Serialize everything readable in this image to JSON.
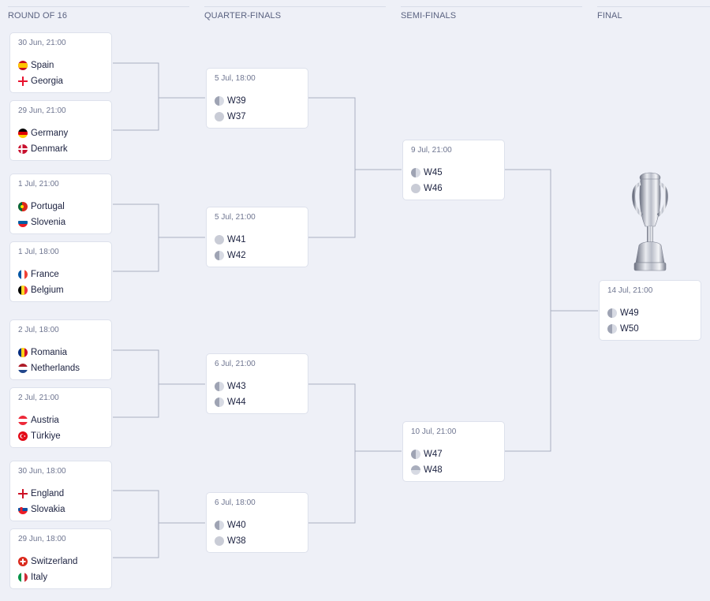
{
  "headers": {
    "round_of_16": "ROUND OF 16",
    "quarter_finals": "QUARTER-FINALS",
    "semi_finals": "SEMI-FINALS",
    "final": "FINAL"
  },
  "colors": {
    "background": "#eef0f7",
    "card": "#ffffff",
    "connector": "#a9afc2",
    "text": "#1c2240",
    "muted": "#6e7590"
  },
  "round_of_16": [
    {
      "date": "30 Jun, 21:00",
      "team1": "Spain",
      "team2": "Georgia",
      "flag1": "spain-flag-icon",
      "flag2": "georgia-flag-icon"
    },
    {
      "date": "29 Jun, 21:00",
      "team1": "Germany",
      "team2": "Denmark",
      "flag1": "germany-flag-icon",
      "flag2": "denmark-flag-icon"
    },
    {
      "date": "1 Jul, 21:00",
      "team1": "Portugal",
      "team2": "Slovenia",
      "flag1": "portugal-flag-icon",
      "flag2": "slovenia-flag-icon"
    },
    {
      "date": "1 Jul, 18:00",
      "team1": "France",
      "team2": "Belgium",
      "flag1": "france-flag-icon",
      "flag2": "belgium-flag-icon"
    },
    {
      "date": "2 Jul, 18:00",
      "team1": "Romania",
      "team2": "Netherlands",
      "flag1": "romania-flag-icon",
      "flag2": "netherlands-flag-icon"
    },
    {
      "date": "2 Jul, 21:00",
      "team1": "Austria",
      "team2": "Türkiye",
      "flag1": "austria-flag-icon",
      "flag2": "turkiye-flag-icon"
    },
    {
      "date": "30 Jun, 18:00",
      "team1": "England",
      "team2": "Slovakia",
      "flag1": "england-flag-icon",
      "flag2": "slovakia-flag-icon"
    },
    {
      "date": "29 Jun, 18:00",
      "team1": "Switzerland",
      "team2": "Italy",
      "flag1": "switzerland-flag-icon",
      "flag2": "italy-flag-icon"
    }
  ],
  "quarter_finals": [
    {
      "date": "5 Jul, 18:00",
      "team1": "W39",
      "team2": "W37"
    },
    {
      "date": "5 Jul, 21:00",
      "team1": "W41",
      "team2": "W42"
    },
    {
      "date": "6 Jul, 21:00",
      "team1": "W43",
      "team2": "W44"
    },
    {
      "date": "6 Jul, 18:00",
      "team1": "W40",
      "team2": "W38"
    }
  ],
  "semi_finals": [
    {
      "date": "9 Jul, 21:00",
      "team1": "W45",
      "team2": "W46"
    },
    {
      "date": "10 Jul, 21:00",
      "team1": "W47",
      "team2": "W48"
    }
  ],
  "final": {
    "date": "14 Jul, 21:00",
    "team1": "W49",
    "team2": "W50",
    "trophy": "trophy-icon"
  }
}
